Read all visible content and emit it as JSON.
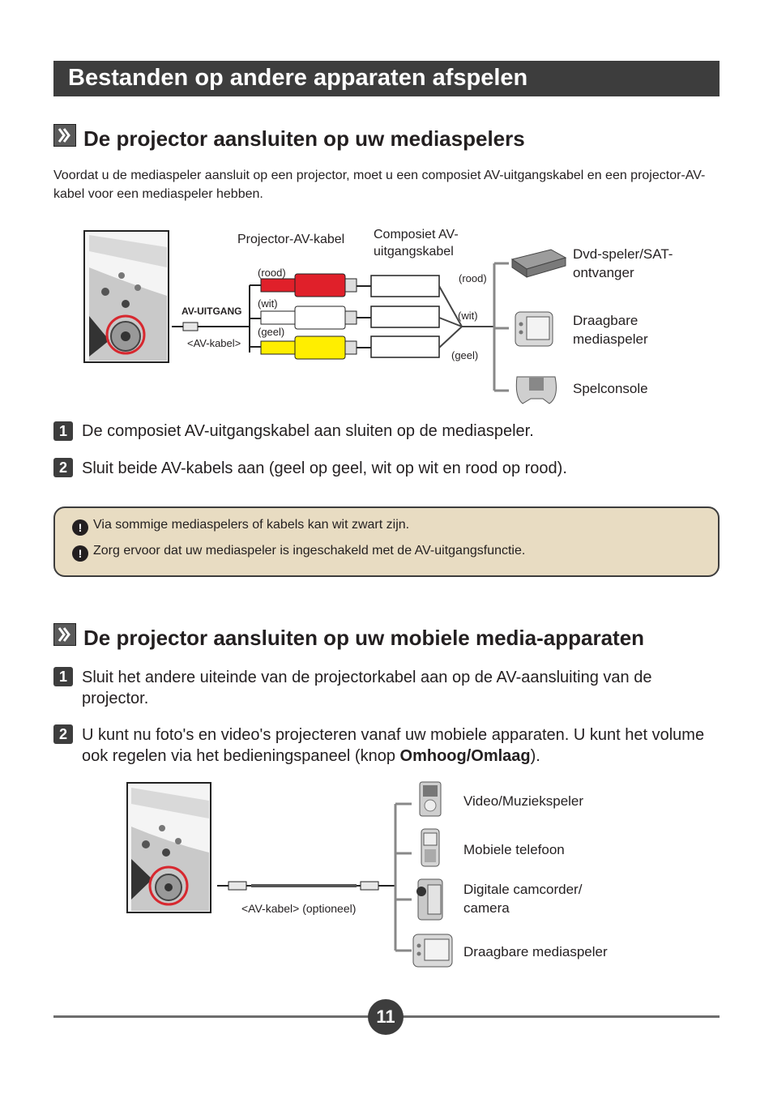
{
  "page_title": "Bestanden op andere apparaten afspelen",
  "section1": {
    "heading": "De projector aansluiten op uw mediaspelers",
    "intro": "Voordat u de mediaspeler aansluit op een projector, moet u een composiet AV-uitgangskabel en een projector-AV-kabel voor een mediaspeler hebben.",
    "diagram": {
      "projector_av_cable": "Projector-AV-kabel",
      "composite_cable": "Composiet AV-\nuitgangskabel",
      "av_out": "AV-UITGANG",
      "av_cable": "<AV-kabel>",
      "red": "(rood)",
      "white": "(wit)",
      "yellow": "(geel)",
      "devices": [
        "Dvd-speler/SAT-\nontvanger",
        "Draagbare\nmediaspeler",
        "Spelconsole"
      ]
    },
    "steps": [
      {
        "num": "1",
        "text": "De composiet AV-uitgangskabel aan sluiten op de mediaspeler."
      },
      {
        "num": "2",
        "text": "Sluit beide AV-kabels aan (geel op geel, wit op wit en rood op rood)."
      }
    ],
    "notes": [
      "Via sommige mediaspelers of kabels kan wit zwart zijn.",
      "Zorg ervoor dat uw mediaspeler is ingeschakeld met de AV-uitgangsfunctie."
    ],
    "warn_symbol": "!"
  },
  "section2": {
    "heading": "De projector aansluiten op uw mobiele media-apparaten",
    "steps": [
      {
        "num": "1",
        "text": "Sluit het andere uiteinde van de projectorkabel aan op de AV-aansluiting van de projector."
      },
      {
        "num": "2",
        "text_before": "U kunt nu foto's en video's projecteren vanaf uw mobiele apparaten. U kunt het volume ook regelen via het bedieningspaneel (knop ",
        "text_bold": "Omhoog/Omlaag",
        "text_after": ")."
      }
    ],
    "diagram": {
      "av_cable_optional": "<AV-kabel> (optioneel)",
      "devices": [
        "Video/Muziekspeler",
        "Mobiele telefoon",
        "Digitale camcorder/\ncamera",
        "Draagbare mediaspeler"
      ]
    }
  },
  "page_number": "11",
  "colors": {
    "banner": "#3d3d3d",
    "note_bg": "#e8dcc2",
    "plug_red": "#e0202a",
    "plug_yellow": "#ffee00",
    "circle_red": "#d7282f"
  }
}
